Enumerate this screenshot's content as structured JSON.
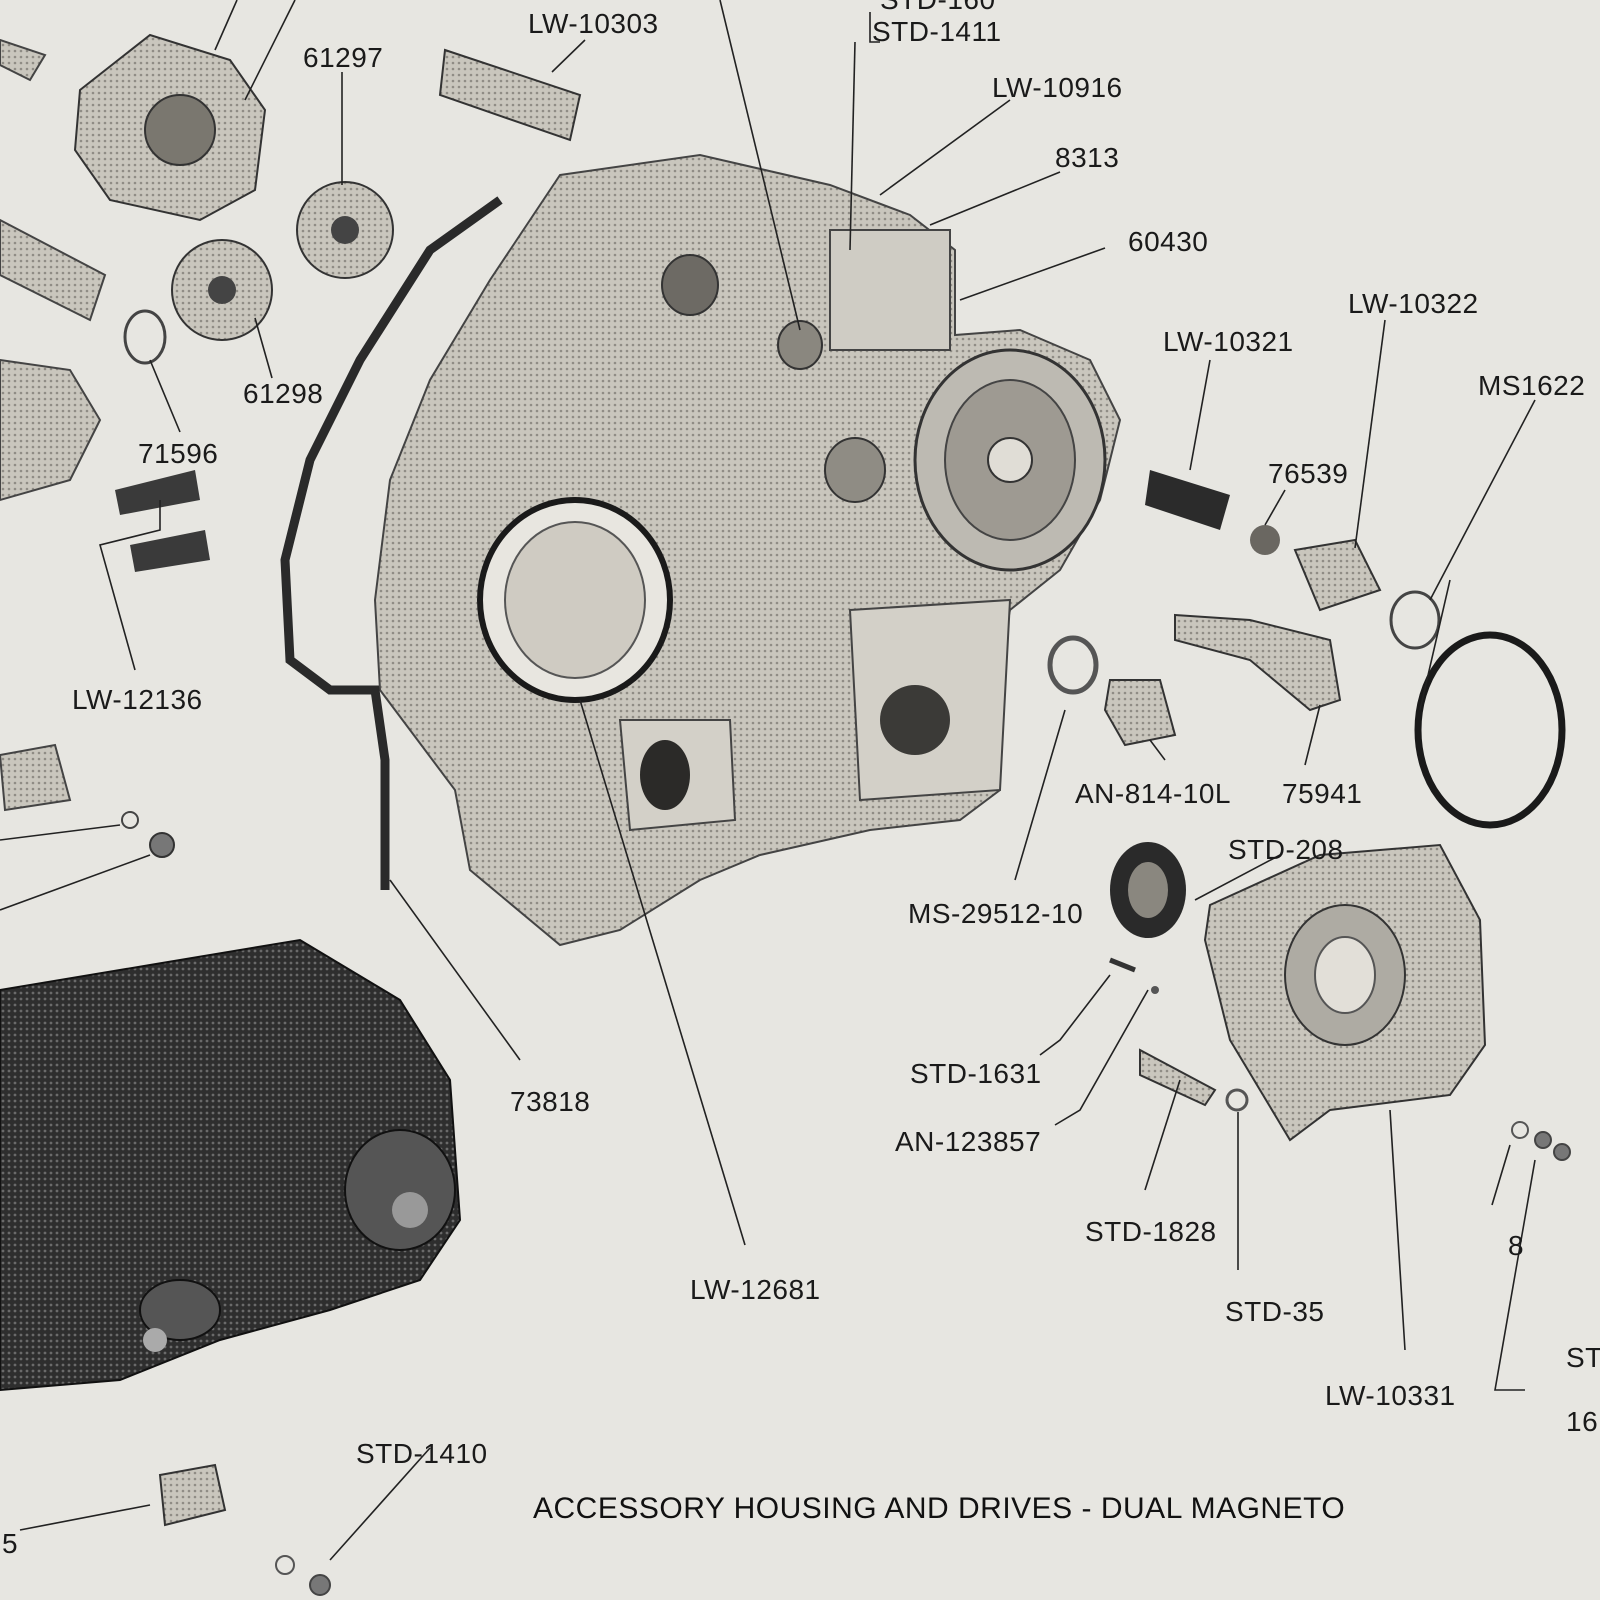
{
  "diagram": {
    "title": "ACCESSORY HOUSING AND DRIVES - DUAL MAGNETO",
    "part_labels": [
      "STD-160",
      "STD-1411",
      "LW-10303",
      "61297",
      "LW-10916",
      "8313",
      "60430",
      "LW-10322",
      "LW-10321",
      "MS1622",
      "76539",
      "61298",
      "71596",
      "LW-12136",
      "AN-814-10L",
      "75941",
      "STD-208",
      "MS-29512-10",
      "STD-1631",
      "AN-123857",
      "STD-1828",
      "73818",
      "LW-12681",
      "STD-35",
      "LW-10331",
      "8",
      "ST",
      "16",
      "STD-1410",
      "5"
    ]
  },
  "colors": {
    "paper": "#e7e6e1",
    "ink": "#1a1a1a",
    "casting": "#bdbab2",
    "shadow": "#3a3a3a"
  }
}
